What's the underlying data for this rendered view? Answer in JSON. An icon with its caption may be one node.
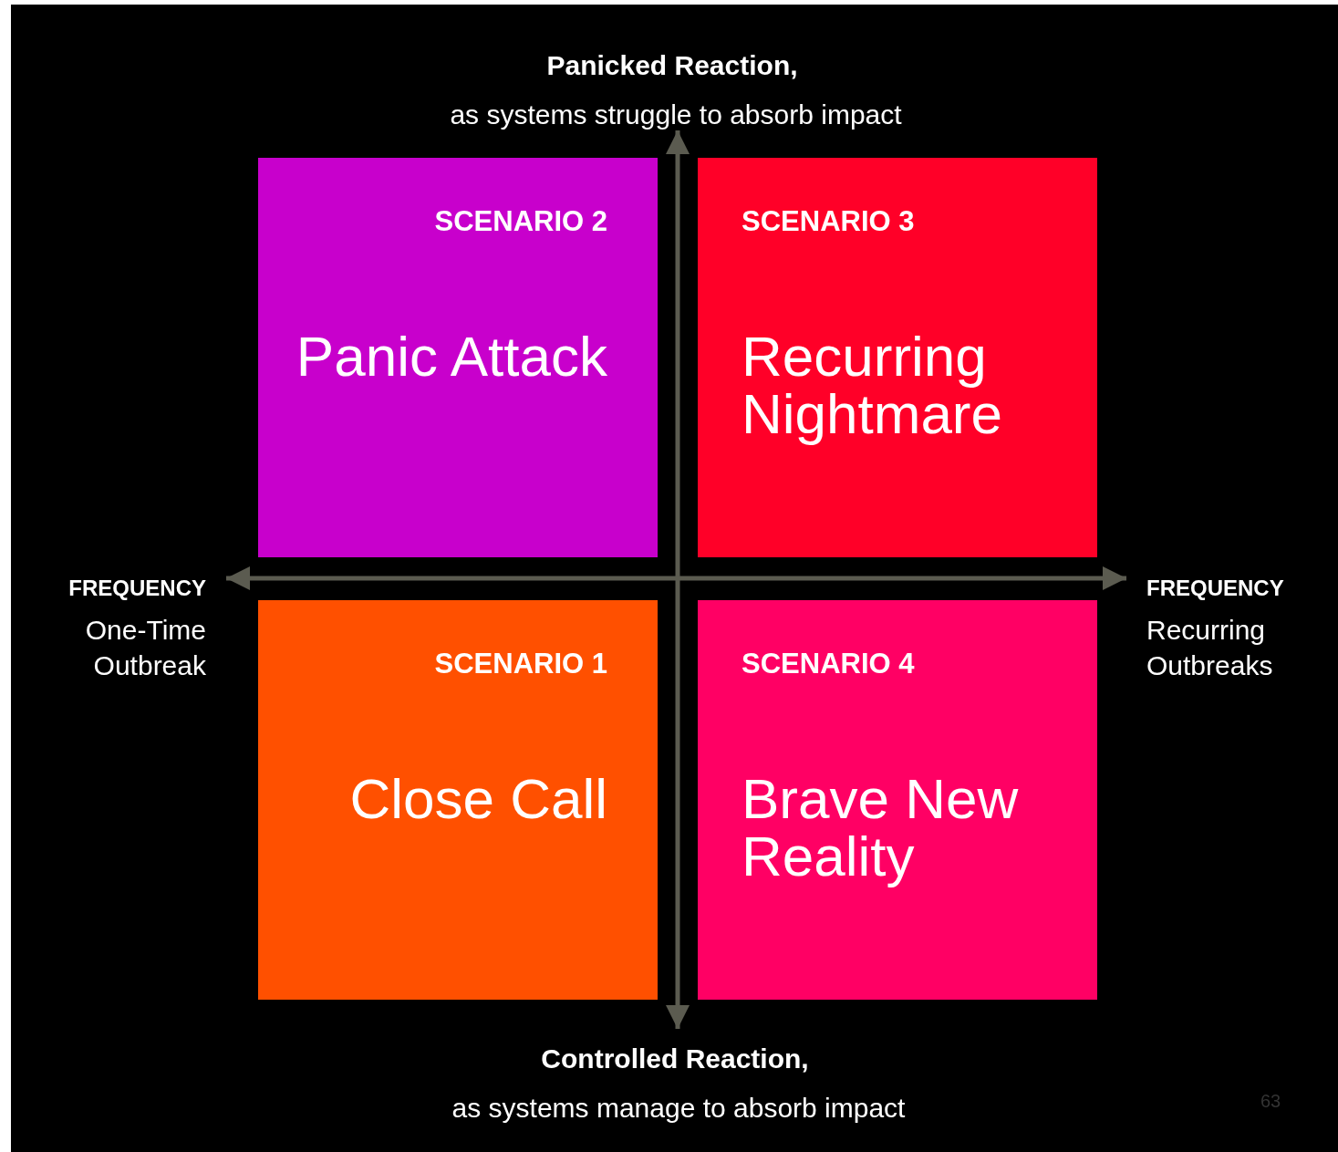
{
  "diagram": {
    "nodes": [
      {
        "text": [
          "SCENARIO 2",
          "Panic Attack"
        ]
      },
      {
        "text": [
          "SCENARIO 3",
          "Recurring Nightmare"
        ]
      },
      {
        "text": [
          "SCENARIO 1",
          "Close Call"
        ]
      },
      {
        "text": [
          "SCENARIO 4",
          "Brave New Reality"
        ]
      }
    ],
    "edges": [],
    "labels": [
      "Panicked Reaction,",
      "as systems struggle to absorb impact",
      "FREQUENCY",
      "One-Time Outbreak",
      "FREQUENCY",
      "Recurring Outbreaks",
      "Controlled Reaction,",
      "as systems manage to absorb impact",
      "63"
    ]
  }
}
